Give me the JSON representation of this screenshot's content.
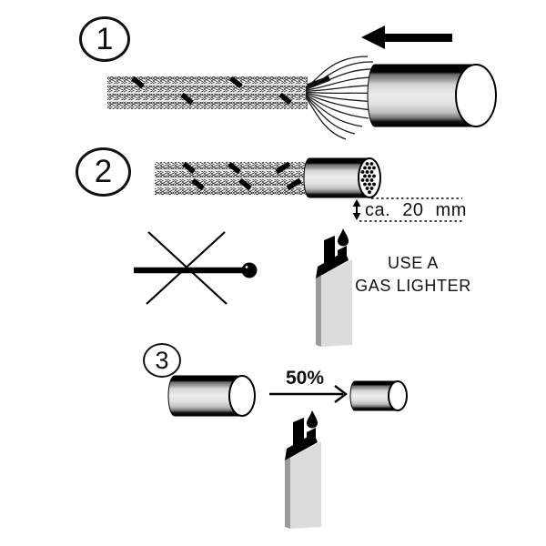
{
  "steps": {
    "one": {
      "label": "1"
    },
    "two": {
      "label": "2",
      "measurement": "ca. 20 mm"
    },
    "three": {
      "label": "3",
      "shrink_percent": "50%"
    }
  },
  "warning": {
    "line1": "USE A",
    "line2": "GAS LIGHTER"
  },
  "icons": {
    "step1_direction": "arrow-left-icon",
    "no_match": "crossed-out-match-icon",
    "heat_source": "gas-lighter-icon",
    "measure": "vertical-double-arrow-icon",
    "shrink_direction": "arrow-right-icon"
  },
  "colors": {
    "ink": "#111111",
    "tube_light": "#e9e9e9",
    "tube_mid": "#9a9a9a",
    "lighter_front": "#dcdcdc",
    "lighter_side": "#9b9b9b"
  }
}
